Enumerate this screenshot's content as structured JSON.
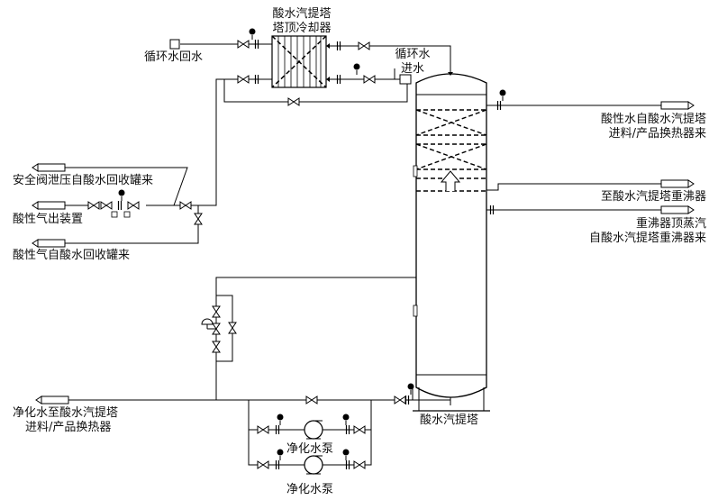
{
  "title": "",
  "labels": {
    "cooler_title_line1": "酸水汽提塔",
    "cooler_title_line2": "塔顶冷却器",
    "cw_return": "循环水回水",
    "cw_supply_line1": "循环水",
    "cw_supply_line2": "进水",
    "safety_valve_line": "安全阀泄压自酸水回收罐来",
    "acid_gas_out": "酸性气出装置",
    "acid_gas_from_tank": "酸性气自酸水回收罐来",
    "acid_feed_line1": "酸性水自酸水汽提塔",
    "acid_feed_line2": "进料/产品换热器来",
    "to_reboiler": "至酸水汽提塔重沸器",
    "reboiler_vapor_line1": "重沸器顶蒸汽",
    "reboiler_vapor_line2": "自酸水汽提塔重沸器来",
    "purified_out_line1": "净化水至酸水汽提塔",
    "purified_out_line2": "进料/产品换热器",
    "stripper": "酸水汽提塔",
    "pump1": "净化水泵",
    "pump2": "净化水泵"
  },
  "icons": [
    "gate-valve-icon",
    "control-valve-icon",
    "pump-icon",
    "flange-icon",
    "arrow-connector-icon",
    "packing-bed-icon",
    "heat-exchanger-icon"
  ]
}
